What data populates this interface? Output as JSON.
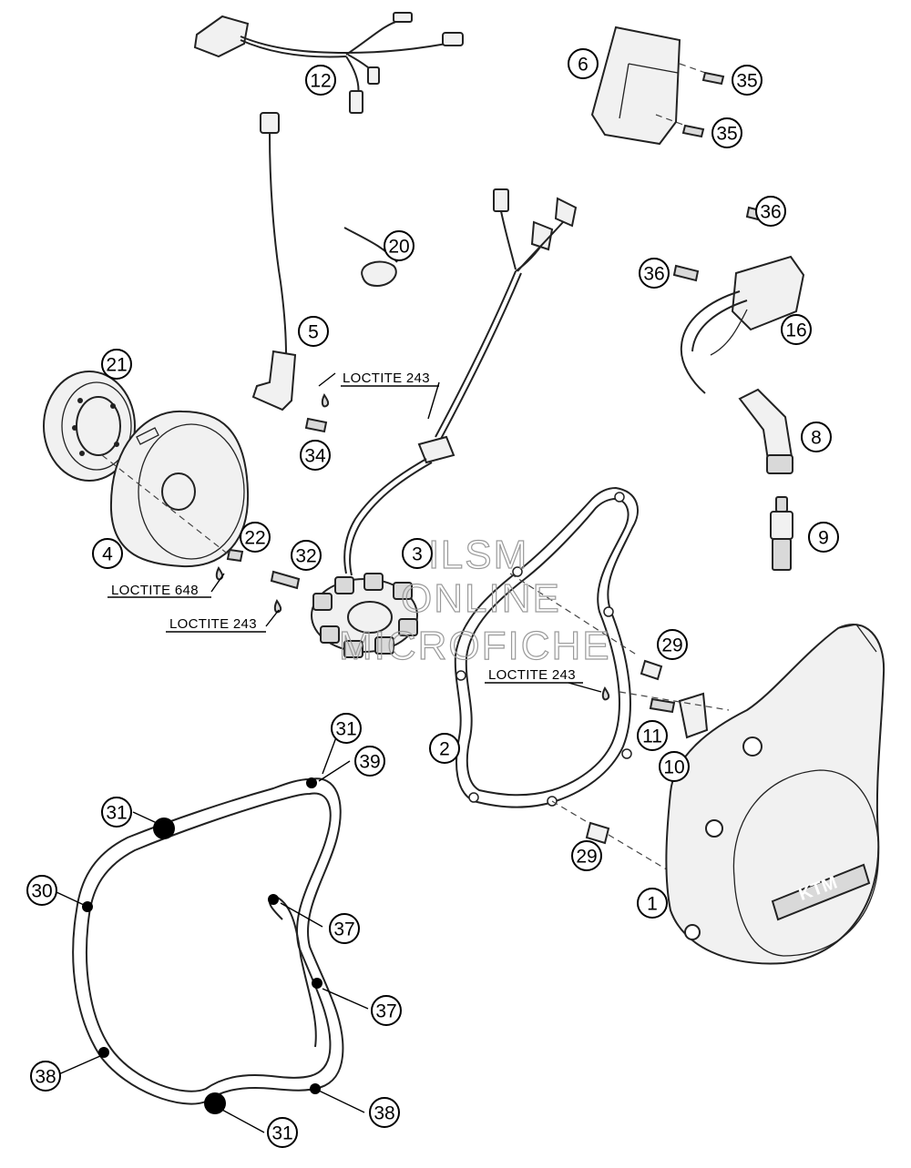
{
  "callouts": [
    {
      "label": "1"
    },
    {
      "label": "2"
    },
    {
      "label": "3"
    },
    {
      "label": "4"
    },
    {
      "label": "5"
    },
    {
      "label": "6"
    },
    {
      "label": "8"
    },
    {
      "label": "9"
    },
    {
      "label": "10"
    },
    {
      "label": "11"
    },
    {
      "label": "12"
    },
    {
      "label": "16"
    },
    {
      "label": "20"
    },
    {
      "label": "21"
    },
    {
      "label": "22"
    },
    {
      "label": "29"
    },
    {
      "label": "29"
    },
    {
      "label": "30"
    },
    {
      "label": "31"
    },
    {
      "label": "31"
    },
    {
      "label": "31"
    },
    {
      "label": "32"
    },
    {
      "label": "34"
    },
    {
      "label": "35"
    },
    {
      "label": "35"
    },
    {
      "label": "36"
    },
    {
      "label": "36"
    },
    {
      "label": "37"
    },
    {
      "label": "37"
    },
    {
      "label": "38"
    },
    {
      "label": "38"
    },
    {
      "label": "39"
    }
  ],
  "loctite_labels": [
    {
      "text": "LOCTITE 243"
    },
    {
      "text": "LOCTITE 648"
    },
    {
      "text": "LOCTITE 243"
    },
    {
      "text": "LOCTITE 243"
    }
  ],
  "watermark": {
    "line1": "HLSM",
    "line2": "ONLINE",
    "line3": "MICROFICHE"
  },
  "cover_logo": "KTM"
}
